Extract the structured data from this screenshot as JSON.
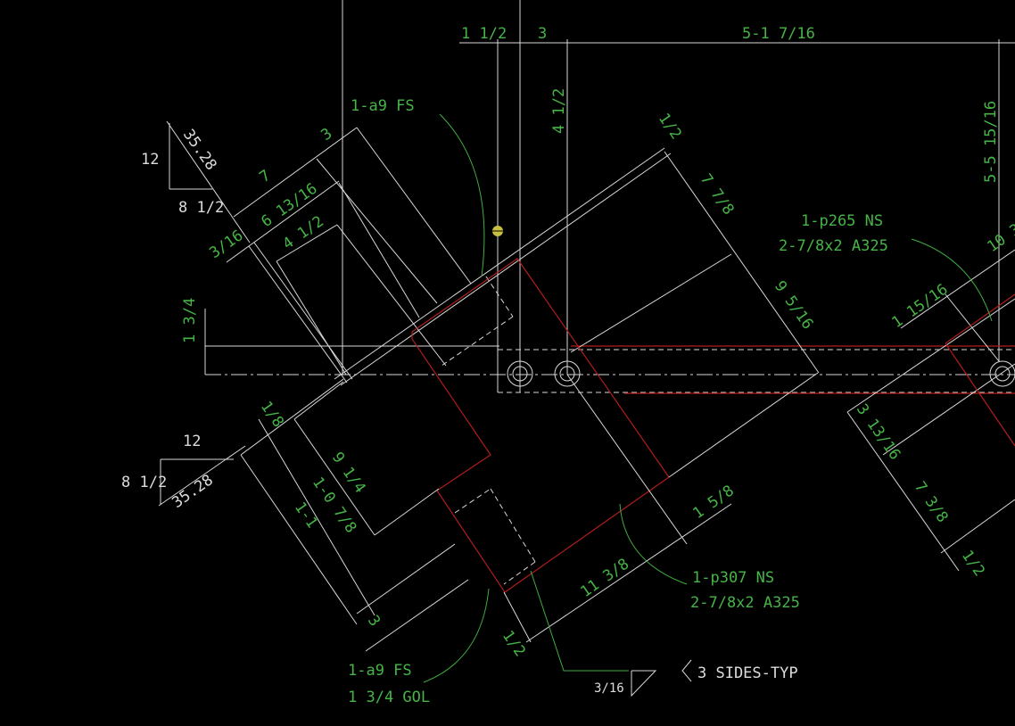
{
  "colors": {
    "background": "#000000",
    "geometry": "#d8d8d8",
    "annotation": "#46b446",
    "member_outline": "#b01c1c"
  },
  "top_dims": {
    "d1": "1 1/2",
    "d2": "3",
    "d3": "5-1 7/16"
  },
  "vertical_dims": {
    "d1": "4 1/2",
    "d2": "5-5 15/16",
    "d3": "1 3/4"
  },
  "upper_slope": {
    "rise": "12",
    "run": "8 1/2",
    "hyp": "35.28"
  },
  "lower_slope": {
    "rise": "8 1/2",
    "run": "12",
    "hyp": "35.28"
  },
  "upper_plate_dims": {
    "a": "3",
    "b": "7",
    "c": "6 13/16",
    "d": "4 1/2",
    "e": "3/16",
    "f": "1/2",
    "g": "7 7/8",
    "h": "9 5/16"
  },
  "lower_plate_dims": {
    "a": "1/8",
    "b": "9 1/4",
    "c": "1-0 7/8",
    "d": "1-1",
    "e": "3",
    "f": "1/2",
    "g": "1 5/8",
    "h": "11 3/8"
  },
  "right_dims": {
    "a": "10 3",
    "b": "1 15/16",
    "c": "3 13/16",
    "d": "7 3/8",
    "e": "1/2"
  },
  "callouts": {
    "top_weld": "1-a9 FS",
    "top_right_plate": "1-p265 NS",
    "top_right_bolts": "2-7/8x2 A325",
    "mid_plate": "1-p307 NS",
    "mid_bolts": "2-7/8x2 A325",
    "bottom_weld": "1-a9 FS",
    "bottom_weld_gol": "1 3/4 GOL",
    "weld_size": "3/16",
    "weld_note": "3 SIDES-TYP"
  }
}
